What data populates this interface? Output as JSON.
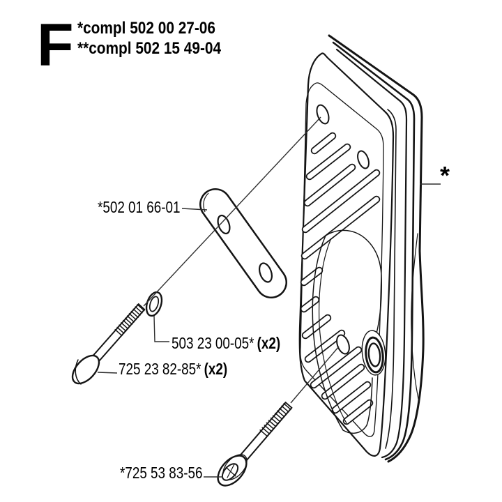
{
  "figure": {
    "section_letter": "F",
    "drawing_type": "exploded parts view of muffler assembly",
    "muffler_marker": "*"
  },
  "header": {
    "line1": "*compl 502 00 27-06",
    "line2": "**compl 502 15 49-04"
  },
  "labels": {
    "plate": {
      "part_number": "*502 01 66-01",
      "qty": ""
    },
    "washer": {
      "part_number": "503 23 00-05*",
      "qty": "(x2)"
    },
    "hex_bolt": {
      "part_number": "725 23 82-85*",
      "qty": "(x2)"
    },
    "socket_bolt": {
      "part_number": "*725 53 83-56",
      "qty": ""
    }
  },
  "colors": {
    "background": "#ffffff",
    "line_art": "#141414",
    "leader_line": "#2e2e2e",
    "text": "#000000"
  }
}
